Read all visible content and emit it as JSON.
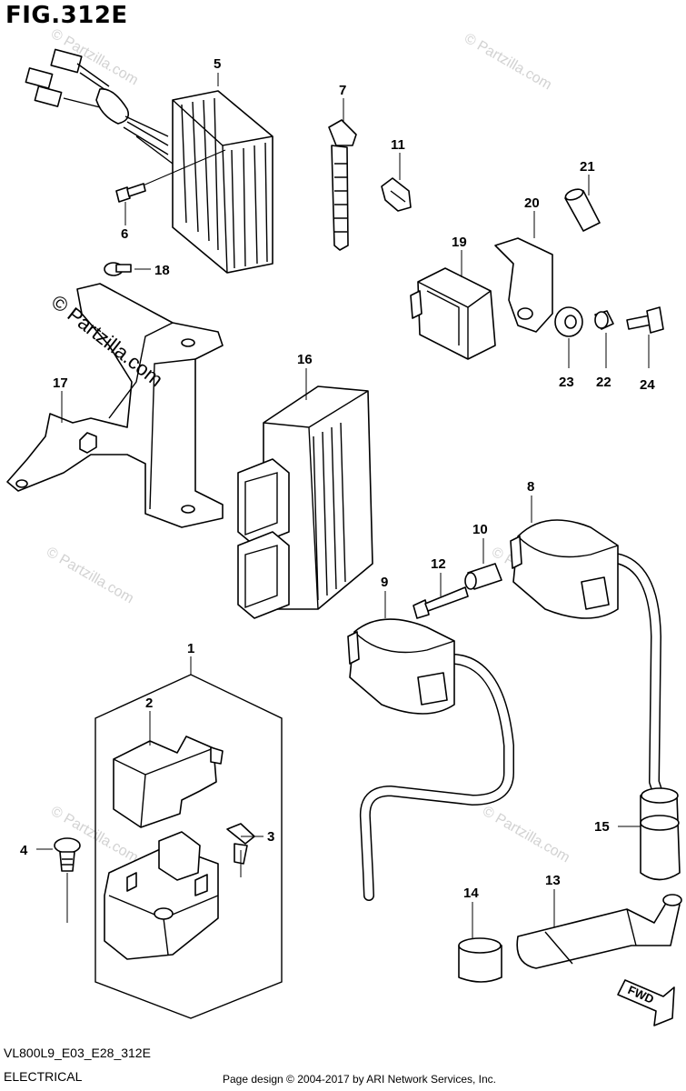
{
  "figure": {
    "title": "FIG.312E",
    "model_code": "VL800L9_E03_E28_312E",
    "category": "ELECTRICAL",
    "credit": "Page design © 2004-2017 by ARI Network Services, Inc."
  },
  "watermark": {
    "text": "© Partzilla.com"
  },
  "fwd_label": "FWD",
  "callouts": [
    "1",
    "2",
    "3",
    "4",
    "5",
    "6",
    "7",
    "8",
    "9",
    "10",
    "11",
    "12",
    "13",
    "14",
    "15",
    "16",
    "17",
    "18",
    "19",
    "20",
    "21",
    "22",
    "23",
    "24"
  ]
}
